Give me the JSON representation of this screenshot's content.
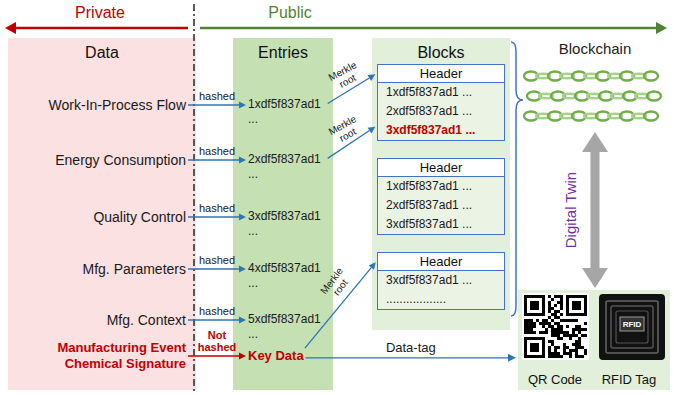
{
  "diagram": {
    "nodes": [
      {
        "text": [
          "Data"
        ]
      },
      {
        "text": [
          "Work-In-Process Flow"
        ],
        "in": 0
      },
      {
        "text": [
          "Energy Consumption"
        ],
        "in": 0
      },
      {
        "text": [
          "Quality Control"
        ],
        "in": 0
      },
      {
        "text": [
          "Mfg. Parameters"
        ],
        "in": 0
      },
      {
        "text": [
          "Mfg. Context"
        ],
        "in": 0
      },
      {
        "text": [
          "Manufacturing Event Chemical Signature"
        ],
        "in": 0
      },
      {
        "text": [
          "Entries"
        ]
      },
      {
        "text": [
          "1xdf5f837ad1 ..."
        ],
        "in": 7
      },
      {
        "text": [
          "2xdf5f837ad1 ..."
        ],
        "in": 7
      },
      {
        "text": [
          "3xdf5f837ad1 ..."
        ],
        "in": 7
      },
      {
        "text": [
          "4xdf5f837ad1 ..."
        ],
        "in": 7
      },
      {
        "text": [
          "5xdf5f837ad1 ..."
        ],
        "in": 7
      },
      {
        "text": [
          "Key Data"
        ],
        "in": 7
      },
      {
        "text": [
          "Blocks"
        ]
      },
      {
        "text": [
          "Header",
          "1xdf5f837ad1 ...",
          "2xdf5f837ad1 ...",
          "3xdf5f837ad1 ..."
        ],
        "in": 14
      },
      {
        "text": [
          "Header",
          "1xdf5f837ad1 ...",
          "2xdf5f837ad1 ...",
          "3xdf5f837ad1 ..."
        ],
        "in": 14
      },
      {
        "text": [
          "Header",
          "3xdf5f837ad1 ...",
          ".................."
        ],
        "in": 14
      },
      {
        "text": [
          "Blockchain"
        ]
      },
      {
        "text": [
          "QR Code",
          "RFID Tag"
        ]
      }
    ],
    "edges": [
      {
        "from": 1,
        "to": 8,
        "arrow": "to",
        "label": "hashed"
      },
      {
        "from": 2,
        "to": 9,
        "arrow": "to",
        "label": "hashed"
      },
      {
        "from": 3,
        "to": 10,
        "arrow": "to",
        "label": "hashed"
      },
      {
        "from": 4,
        "to": 11,
        "arrow": "to",
        "label": "hashed"
      },
      {
        "from": 5,
        "to": 12,
        "arrow": "to",
        "label": "hashed"
      },
      {
        "from": 6,
        "to": 13,
        "arrow": "to",
        "label": "Not hashed"
      },
      {
        "from": 8,
        "to": 15,
        "arrow": "to",
        "label": "Merkle root"
      },
      {
        "from": 9,
        "to": 15,
        "arrow": "to",
        "label": "Merkle root"
      },
      {
        "from": 13,
        "to": 17,
        "arrow": "to",
        "label": "Merkle root"
      },
      {
        "from": 13,
        "to": 19,
        "arrow": "to",
        "label": "Data-tag"
      },
      {
        "from": 18,
        "to": 19,
        "arrow": "both",
        "label": "Digital Twin"
      }
    ],
    "labels": [
      "Private",
      "Public",
      "RFID"
    ]
  }
}
